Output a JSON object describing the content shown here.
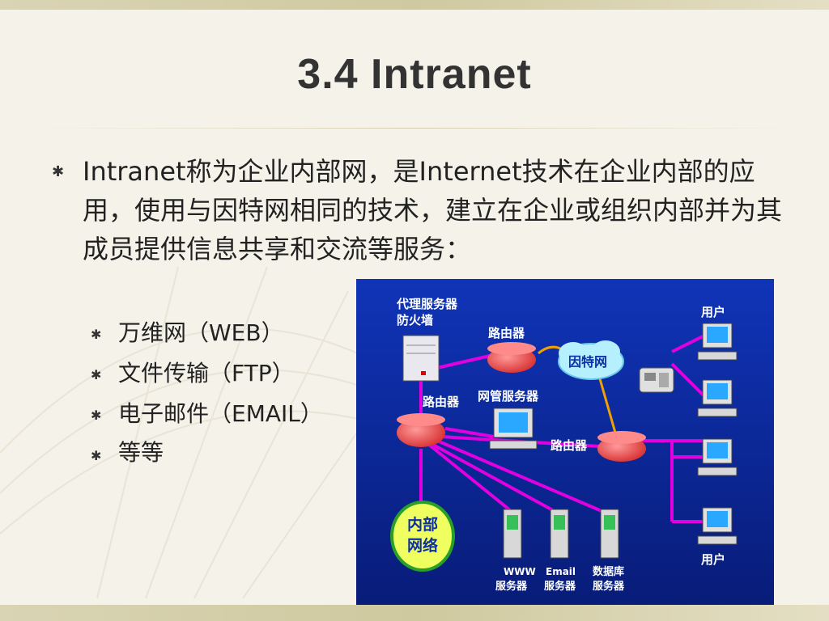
{
  "slide": {
    "title": "3.4 Intranet",
    "bullet_text": "Intranet称为企业内部网，是Internet技术在企业内部的应用，使用与因特网相同的技术，建立在企业或组织内部并为其成员提供信息共享和交流等服务：",
    "sub_items": [
      "万维网（WEB）",
      "文件传输（FTP）",
      "电子邮件（EMAIL）",
      "等等"
    ],
    "bullet_icon": "asterisk-icon"
  },
  "diagram": {
    "proxy_label_1": "代理服务器",
    "proxy_label_2": "防火墙",
    "router_top": "路由器",
    "router_left": "路由器",
    "router_right": "路由器",
    "internet": "因特网",
    "netmgmt": "网管服务器",
    "user_top": "用户",
    "user_bottom": "用户",
    "intranet_1": "内部",
    "intranet_2": "网络",
    "www_1": "WWW",
    "www_2": "服务器",
    "email_1": "Email",
    "email_2": "服务器",
    "db_1": "数据库",
    "db_2": "服务器",
    "colors": {
      "background": "#0c2fa8",
      "links": "#e000e0",
      "wan_links": "#f0a000",
      "label": "#ffffff"
    }
  }
}
